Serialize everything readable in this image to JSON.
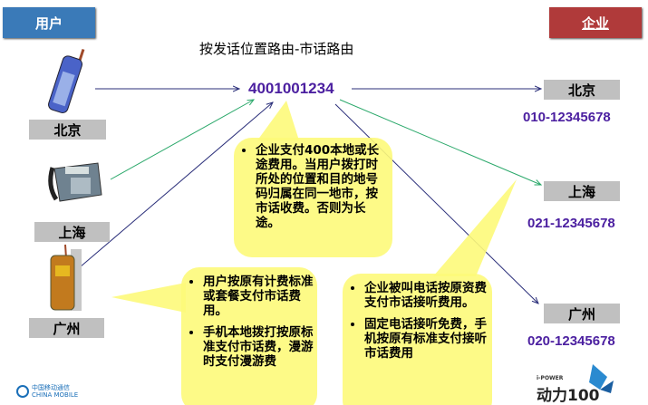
{
  "header": {
    "user_label": "用户",
    "enterprise_label": "企业"
  },
  "title": "按发话位置路由-市话路由",
  "hotline": "4001001234",
  "users": [
    {
      "city": "北京",
      "device": "mobile-phone-icon"
    },
    {
      "city": "上海",
      "device": "desk-phone-icon"
    },
    {
      "city": "广州",
      "device": "cell-phone-icon"
    }
  ],
  "enterprise": [
    {
      "city": "北京",
      "number": "010-12345678"
    },
    {
      "city": "上海",
      "number": "021-12345678"
    },
    {
      "city": "广州",
      "number": "020-12345678"
    }
  ],
  "callouts": {
    "center": [
      "企业支付400本地或长途费用。当用户拨打时所处的位置和目的地号码归属在同一地市，按市话收费。否则为长途。"
    ],
    "left": [
      "用户按原有计费标准或套餐支付市话费用。",
      "手机本地拨打按原标准支付市话费，漫游时支付漫游费"
    ],
    "right": [
      "企业被叫电话按原资费支付市话接听费用。",
      "固定电话接听免费，手机按原有标准支付接听市话费用"
    ]
  },
  "logos": {
    "china_mobile_cn": "中国移动通信",
    "china_mobile_en": "CHINA MOBILE",
    "ipower_top": "i-POWER",
    "ipower_main": "动力100"
  },
  "colors": {
    "user": "#3a7ab8",
    "enterprise": "#b03a3a",
    "number": "#4b1fa0",
    "callout": "#fdf97a",
    "green_line": "#2aa86a",
    "navy_line": "#2b2f7a"
  }
}
